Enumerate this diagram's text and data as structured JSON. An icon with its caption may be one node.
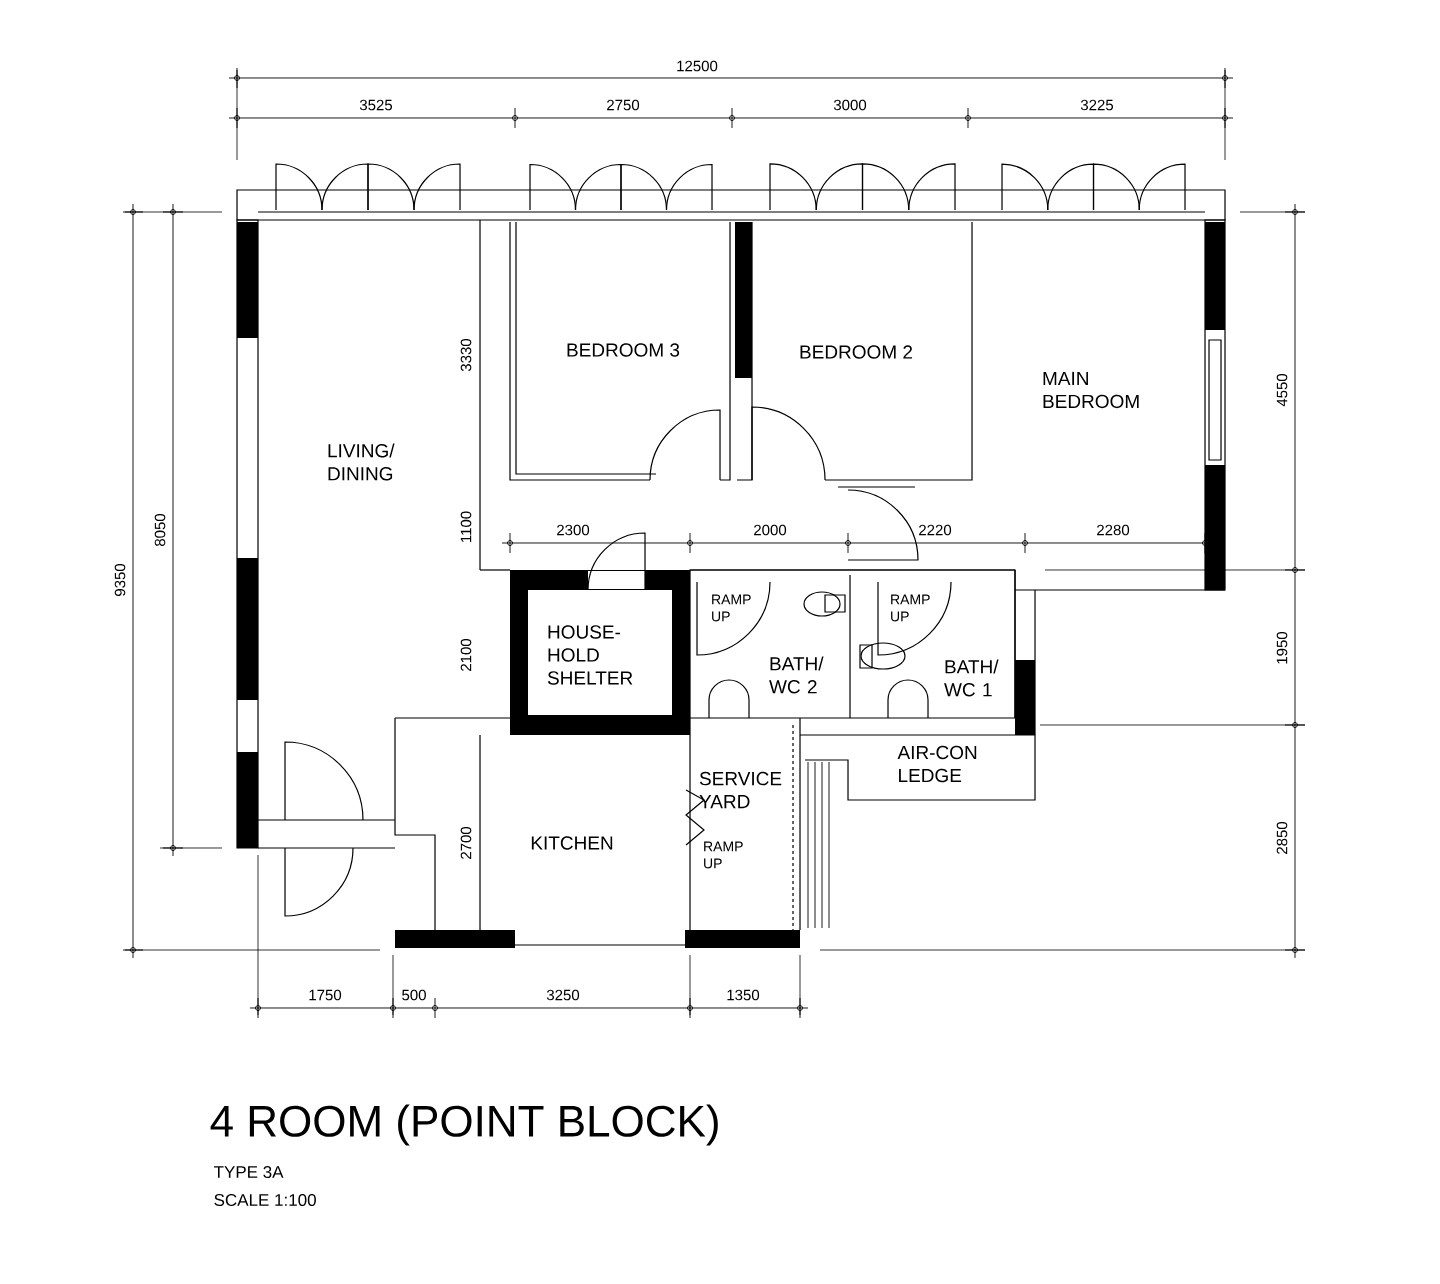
{
  "diagram": {
    "title": "4 ROOM (POINT BLOCK)",
    "nodes": [
      {
        "text": [
          "LIVING/ DINING"
        ]
      },
      {
        "text": [
          "BEDROOM 3"
        ]
      },
      {
        "text": [
          "BEDROOM 2"
        ]
      },
      {
        "text": [
          "MAIN BEDROOM"
        ]
      },
      {
        "text": [
          "HOUSE- HOLD SHELTER"
        ]
      },
      {
        "text": [
          "BATH/ WC 2"
        ]
      },
      {
        "text": [
          "BATH/ WC 1"
        ]
      },
      {
        "text": [
          "SERVICE YARD"
        ]
      },
      {
        "text": [
          "KITCHEN"
        ]
      },
      {
        "text": [
          "AIR-CON LEDGE"
        ]
      }
    ],
    "labels": [
      "12500",
      "3525",
      "2750",
      "3000",
      "3225",
      "9350",
      "8050",
      "3330",
      "1100",
      "2100",
      "2700",
      "4550",
      "1950",
      "2850",
      "2300",
      "2000",
      "2220",
      "2280",
      "RAMP UP",
      "RAMP UP",
      "RAMP UP",
      "1750",
      "500",
      "3250",
      "1350",
      "TYPE 3A",
      "SCALE 1:100"
    ]
  }
}
